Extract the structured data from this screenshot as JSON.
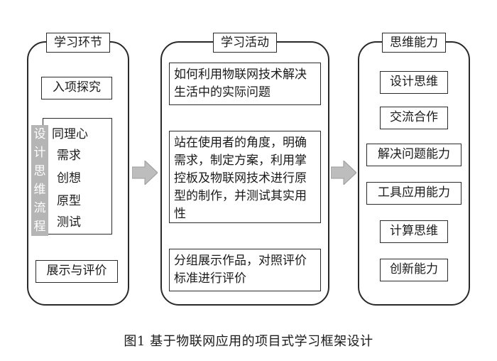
{
  "columns": {
    "learning_stages": {
      "title": "学习环节",
      "inquiry": "入项探究",
      "design_thinking_band": [
        "设",
        "计",
        "思",
        "维",
        "流",
        "程"
      ],
      "steps": [
        "同理心",
        "需求",
        "创想",
        "原型",
        "测试"
      ],
      "showcase": "展示与评价"
    },
    "learning_activities": {
      "title": "学习活动",
      "activity_1": "如何利用物联网技术解决生活中的实际问题",
      "activity_2": "站在使用者的角度，明确需求，制定方案，利用掌控板及物联网技术进行原型的制作，并测试其实用性",
      "activity_3": "分组展示作品，对照评价标准进行评价"
    },
    "thinking_abilities": {
      "title": "思维能力",
      "items": [
        "设计思维",
        "交流合作",
        "解决问题能力",
        "工具应用能力",
        "计算思维",
        "创新能力"
      ]
    }
  },
  "caption": "图1  基于物联网应用的项目式学习框架设计"
}
